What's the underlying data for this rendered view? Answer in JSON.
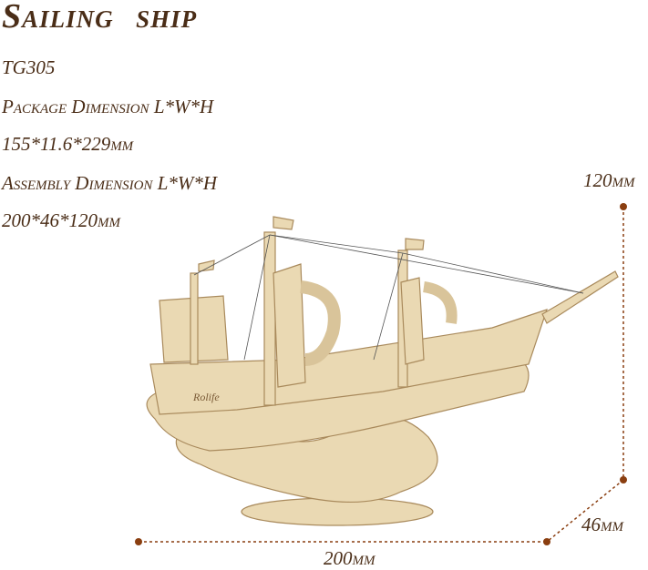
{
  "title": "Sailing ship",
  "model": "TG305",
  "package_label": "Package Dimension L*W*H",
  "package_value": "155*11.6*229mm",
  "assembly_label": "Assembly Dimension L*W*H",
  "assembly_value": "200*46*120mm",
  "dimensions": {
    "height": "120mm",
    "width": "46mm",
    "length": "200mm"
  },
  "ship_brand": "Rolife",
  "colors": {
    "text": "#4a2d17",
    "dimension_line": "#8a3e10",
    "wood": "#e8d7b0"
  }
}
